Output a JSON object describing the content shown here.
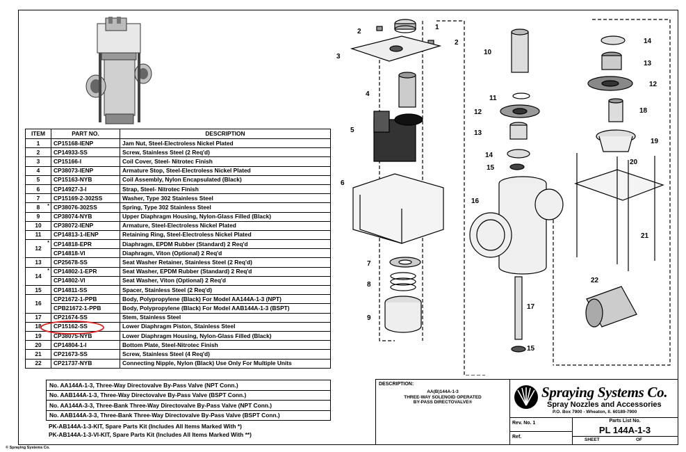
{
  "table": {
    "headers": {
      "item": "ITEM",
      "part": "PART NO.",
      "desc": "DESCRIPTION"
    },
    "rows": [
      {
        "item": "1",
        "part": "CP15168-IENP",
        "desc": "Jam Nut, Steel-Electroless Nickel Plated"
      },
      {
        "item": "2",
        "part": "CP14933-SS",
        "desc": "Screw, Stainless Steel (2 Req'd)"
      },
      {
        "item": "3",
        "part": "CP15166-I",
        "desc": "Coil Cover, Steel- Nitrotec Finish"
      },
      {
        "item": "4",
        "part": "CP38073-IENP",
        "desc": "Armature Stop, Steel-Electroless Nickel Plated"
      },
      {
        "item": "5",
        "part": "CP15163-NYB",
        "desc": "Coil Assembly, Nylon Encapsulated (Black)"
      },
      {
        "item": "6",
        "part": "CP14927-3-I",
        "desc": "Strap, Steel- Nitrotec Finish"
      },
      {
        "item": "7",
        "part": "CP15169-2-302SS",
        "desc": "Washer, Type 302 Stainless Steel"
      },
      {
        "item": "8",
        "part": "CP38076-302SS",
        "desc": "Spring, Type 302 Stainless Steel",
        "mark": "*,**"
      },
      {
        "item": "9",
        "part": "CP38074-NYB",
        "desc": "Upper Diaphragm Housing, Nylon-Glass Filled (Black)"
      },
      {
        "item": "10",
        "part": "CP38072-IENP",
        "desc": "Armature, Steel-Electroless Nickel Plated"
      },
      {
        "item": "11",
        "part": "CP14813-1-IENP",
        "desc": "Retaining Ring, Steel-Electroless Nickel Plated"
      },
      {
        "item": "12",
        "part": "CP14818-EPR",
        "desc": "Diaphragm, EPDM Rubber (Standard) 2 Req'd",
        "mark": "*"
      },
      {
        "item": "",
        "part": "CP14818-VI",
        "desc": "Diaphragm, Viton (Optional) 2 Req'd",
        "mark": "**"
      },
      {
        "item": "13",
        "part": "CP25678-SS",
        "desc": "Seat Washer Retainer, Stainless Steel (2 Req'd)"
      },
      {
        "item": "14",
        "part": "CP14802-1-EPR",
        "desc": "Seat Washer, EPDM Rubber (Standard) 2 Req'd",
        "mark": "*"
      },
      {
        "item": "",
        "part": "CP14802-VI",
        "desc": "Seat Washer, Viton (Optional) 2 Req'd",
        "mark": "**"
      },
      {
        "item": "15",
        "part": "CP14811-SS",
        "desc": "Spacer, Stainless Steel (2 Req'd)"
      },
      {
        "item": "16",
        "part": "CP21672-1-PPB",
        "desc": "Body, Polypropylene (Black) For Model AA144A-1-3 (NPT)"
      },
      {
        "item": "",
        "part": "CPB21672-1-PPB",
        "desc": "Body, Polypropylene (Black) For Model AAB144A-1-3 (BSPT)"
      },
      {
        "item": "17",
        "part": "CP21674-SS",
        "desc": "Stem, Stainless Steel",
        "circled": true
      },
      {
        "item": "18",
        "part": "CP15162-SS",
        "desc": "Lower Diaphragm Piston, Stainless Steel"
      },
      {
        "item": "19",
        "part": "CP38075-NYB",
        "desc": "Lower Diaphragm Housing, Nylon-Glass Filled (Black)"
      },
      {
        "item": "20",
        "part": "CP14804-1-I",
        "desc": "Bottom Plate, Steel-Nitrotec Finish"
      },
      {
        "item": "21",
        "part": "CP21673-SS",
        "desc": "Screw, Stainless Steel (4 Req'd)"
      },
      {
        "item": "22",
        "part": "CP21737-NYB",
        "desc": "Connecting Nipple, Nylon (Black) Use Only For Multiple Units"
      }
    ]
  },
  "variants": [
    "No. AA144A-1-3, Three-Way Directovalve By-Pass Valve (NPT Conn.)",
    "No. AAB144A-1-3, Three-Way Directovalve By-Pass Valve (BSPT Conn.)",
    "No. AA144A-3-3, Three-Bank Three-Way Directovalve By-Pass Valve (NPT Conn.)",
    "No. AAB144A-3-3, Three-Bank Three-Way Directovalve By-Pass Valve (BSPT Conn.)"
  ],
  "kits": [
    "PK-AB144A-1-3-KIT, Spare Parts Kit (Includes All Items Marked With *)",
    "PK-AB144A-1-3-VI-KIT, Spare Parts Kit (Includes All Items Marked With **)"
  ],
  "copyright": "© Spraying Systems Co.",
  "titleblock": {
    "desc_label": "DESCRIPTION:",
    "desc_lines": [
      "AA(B)144A-1-3",
      "THREE-WAY SOLENOID OPERATED",
      "BY-PASS DIRECTOVALVE®"
    ],
    "brand": "Spraying Systems Co.",
    "tagline": "Spray Nozzles and Accessories",
    "address": "P.O. Box 7900 - Wheaton, Il. 60189-7900",
    "rev_label": "Rev. No. 1",
    "ref_label": "Ref.",
    "parts_list_label": "Parts List No.",
    "parts_list_no": "PL 144A-1-3",
    "sheet_label": "SHEET",
    "of_label": "OF"
  },
  "callouts": [
    "1",
    "2",
    "2",
    "3",
    "4",
    "5",
    "6",
    "7",
    "8",
    "9",
    "10",
    "11",
    "12",
    "13",
    "14",
    "15",
    "16",
    "17",
    "15",
    "14",
    "13",
    "12",
    "18",
    "19",
    "20",
    "21",
    "22"
  ]
}
